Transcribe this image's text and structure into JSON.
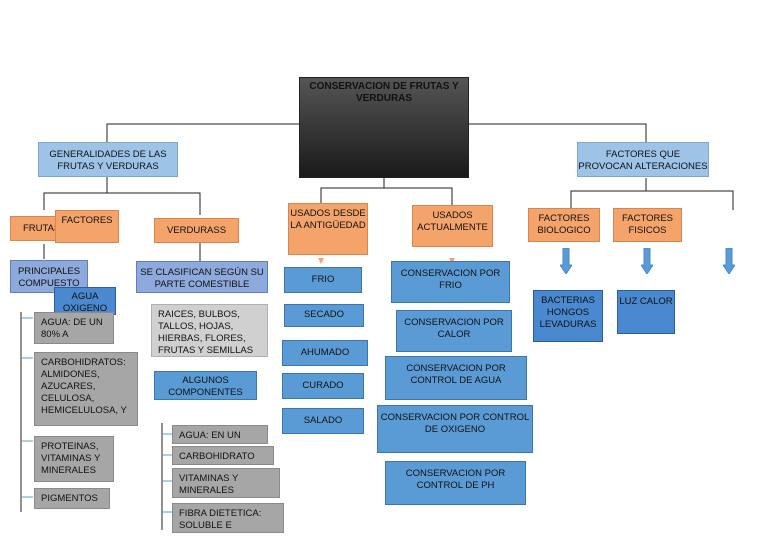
{
  "title": "CONSERVACION DE FRUTAS Y VERDURAS",
  "generalidades": "GENERALIDADES DE LAS FRUTAS Y VERDURAS",
  "frutas": "FRUTASS",
  "factores_small": "FACTORES",
  "verduras": "VERDURASS",
  "principales": "PRINCIPALES COMPUESTO",
  "agua_oxigeno": "AGUA OXIGENO",
  "frutas_items": [
    "AGUA: DE UN 80% A",
    "CARBOHIDRATOS: ALMIDONES, AZUCARES, CELULOSA, HEMICELULOSA, Y",
    "PROTEINAS, VITAMINAS Y MINERALES",
    "PIGMENTOS"
  ],
  "se_clasifican": "SE CLASIFICAN SEGÚN SU PARTE COMESTIBLE",
  "raices": "RAICES, BULBOS, TALLOS, HOJAS, HIERBAS, FLORES, FRUTAS Y SEMILLAS",
  "algunos": "ALGUNOS COMPONENTES",
  "verduras_items": [
    "AGUA: EN UN",
    "CARBOHIDRATO",
    "VITAMINAS Y MINERALES",
    "FIBRA DIETETICA: SOLUBLE E"
  ],
  "antiguedad": "USADOS DESDE LA ANTIGÜEDAD",
  "antiguedad_items": [
    "FRIO",
    "SECADO",
    "AHUMADO",
    "CURADO",
    "SALADO"
  ],
  "actualmente": "USADOS ACTUALMENTE",
  "actualmente_items": [
    "CONSERVACION POR FRIO",
    "CONSERVACION POR CALOR",
    "CONSERVACION POR CONTROL DE AGUA",
    "CONSERVACION POR CONTROL DE OXIGENO",
    "CONSERVACION POR CONTROL DE PH"
  ],
  "factores_que": "FACTORES QUE PROVOCAN ALTERACIONES",
  "biologico": "FACTORES BIOLOGICO",
  "fisicos": "FACTORES FISICOS",
  "bacterias": "BACTERIAS HONGOS LEVADURAS",
  "luz_calor": "LUZ CALOR"
}
